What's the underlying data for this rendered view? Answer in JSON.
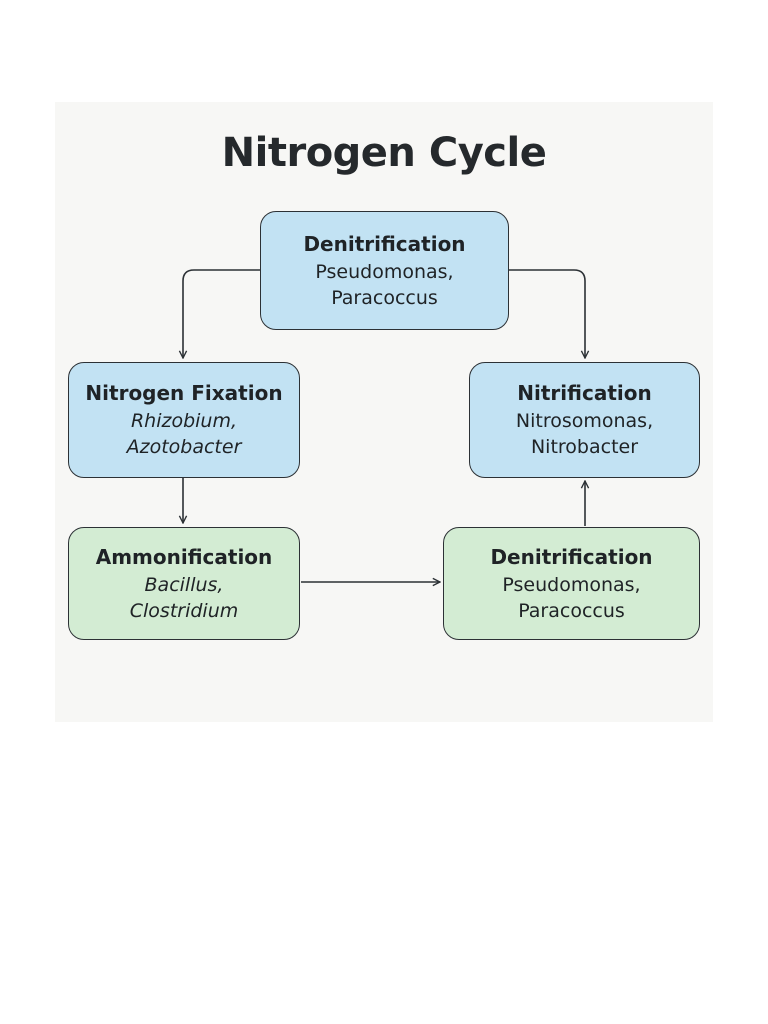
{
  "title": "Nitrogen Cycle",
  "nodes": {
    "top": {
      "title": "Denitrification",
      "line1": "Pseudomonas,",
      "line2": "Paracoccus",
      "color": "#c2e2f3"
    },
    "left_mid": {
      "title": "Nitrogen Fixation",
      "line1": "Rhizobium,",
      "line2": "Azotobacter",
      "color": "#c2e2f3"
    },
    "right_mid": {
      "title": "Nitrification",
      "line1": "Nitrosomonas,",
      "line2": "Nitrobacter",
      "color": "#c2e2f3"
    },
    "left_bottom": {
      "title": "Ammonification",
      "line1": "Bacillus,",
      "line2": "Clostridium",
      "color": "#d3ecd3"
    },
    "right_bottom": {
      "title": "Denitrification",
      "line1": "Pseudomonas,",
      "line2": "Paracoccus",
      "color": "#d3ecd3"
    }
  },
  "edges": [
    {
      "from": "top",
      "to": "left_mid"
    },
    {
      "from": "top",
      "to": "right_mid"
    },
    {
      "from": "left_mid",
      "to": "left_bottom"
    },
    {
      "from": "left_bottom",
      "to": "right_bottom"
    },
    {
      "from": "right_bottom",
      "to": "right_mid"
    }
  ]
}
